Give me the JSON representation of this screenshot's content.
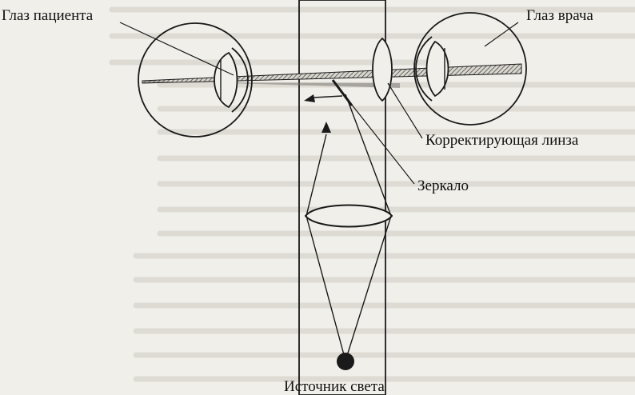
{
  "labels": {
    "patient_eye": "Глаз пациента",
    "doctor_eye": "Глаз врача",
    "correcting_lens": "Корректирующая линза",
    "mirror": "Зеркало",
    "light_source": "Источник света"
  },
  "colors": {
    "ink": "#1a1a1a",
    "paper": "#f1efea",
    "ghost_text": "#bdb9b0",
    "beam_fill": "#8a8782"
  }
}
